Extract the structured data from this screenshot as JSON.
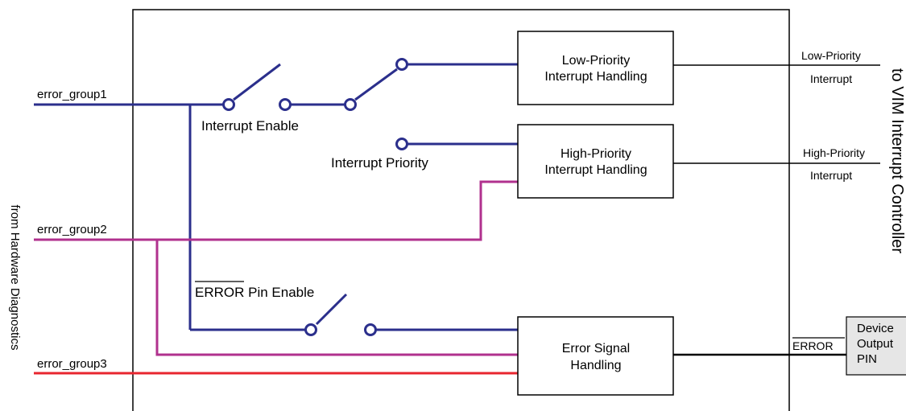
{
  "left_side_label": "from Hardware Diagnostics",
  "right_side_label": "to VIM Interrupt Controller",
  "inputs": {
    "group1": "error_group1",
    "group2": "error_group2",
    "group3": "error_group3"
  },
  "switches": {
    "interrupt_enable": "Interrupt Enable",
    "interrupt_priority": "Interrupt Priority",
    "error_pin_overline": "ERROR",
    "error_pin_rest": " Pin Enable"
  },
  "blocks": {
    "low_priority": [
      "Low-Priority",
      "Interrupt Handling"
    ],
    "high_priority": [
      "High-Priority",
      "Interrupt Handling"
    ],
    "error_signal": [
      "Error Signal",
      "Handling"
    ]
  },
  "outputs": {
    "low_priority": [
      "Low-Priority",
      "Interrupt"
    ],
    "high_priority": [
      "High-Priority",
      "Interrupt"
    ],
    "error_pin": "ERROR",
    "device_output": [
      "Device",
      "Output",
      "PIN"
    ]
  },
  "colors": {
    "group1": "#2b2f8c",
    "group2": "#b0318e",
    "group3": "#e8262f",
    "lines": "#000000",
    "device_box_fill": "#e6e6e6"
  }
}
